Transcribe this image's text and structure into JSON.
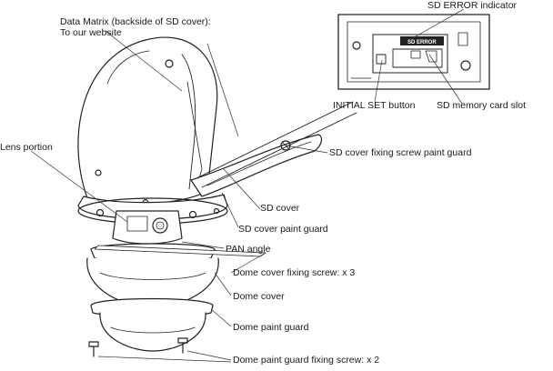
{
  "labels": {
    "data_matrix_line1": "Data Matrix (backside of SD cover):",
    "data_matrix_line2": "To our website",
    "sd_error_indicator": "SD ERROR indicator",
    "initial_set_button": "INITIAL SET button",
    "sd_memory_card_slot": "SD memory card slot",
    "sd_cover_fixing_screw_paint_guard": "SD cover fixing screw paint guard",
    "lens_portion": "Lens portion",
    "sd_cover": "SD cover",
    "sd_cover_paint_guard": "SD cover paint guard",
    "pan_angle": "PAN angle",
    "dome_cover_fixing_screw": "Dome cover fixing screw: x 3",
    "dome_cover": "Dome cover",
    "dome_paint_guard": "Dome paint guard",
    "dome_paint_guard_fixing_screw": "Dome paint guard fixing screw: x 2"
  },
  "inset": {
    "panel_text": "SD ERROR"
  }
}
